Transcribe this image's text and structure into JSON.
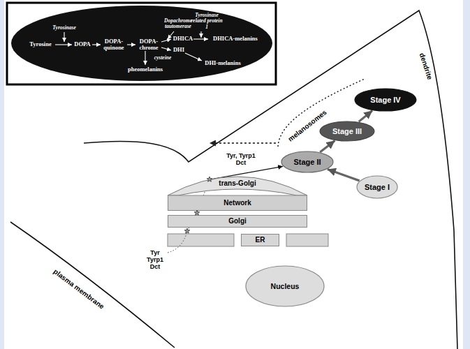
{
  "diagram": {
    "nodes": [
      {
        "text": [
          "Stage IV"
        ]
      },
      {
        "text": [
          "Stage III"
        ]
      },
      {
        "text": [
          "Stage II"
        ]
      },
      {
        "text": [
          "Stage I"
        ]
      },
      {
        "text": [
          "trans-Golgi Network"
        ]
      },
      {
        "text": [
          "Golgi"
        ]
      },
      {
        "text": [
          "ER"
        ]
      },
      {
        "text": [
          "Nucleus"
        ]
      }
    ],
    "edges": [
      {
        "from": 3,
        "to": 2,
        "arrow": "to"
      },
      {
        "from": 2,
        "to": 1,
        "arrow": "to"
      },
      {
        "from": 1,
        "to": 0,
        "arrow": "to"
      },
      {
        "from": 4,
        "to": 2,
        "label": "Tyr, Tyrp1 Dct",
        "arrow": "to"
      }
    ],
    "labels": [
      "Tyrosinase",
      "Dopachrome tautomerase",
      "Tyrosinase related protein 1",
      "Tyrosine",
      "DOPA",
      "DOPA- quinone",
      "DOPA- chrome",
      "DHICA",
      "DHICA-melanins",
      "DHI",
      "cysteine",
      "pheomelanins",
      "DHI-melanins",
      "dendrite",
      "melanosomes",
      "Tyr Tyrp1 Dct",
      "plasma membrane"
    ]
  }
}
